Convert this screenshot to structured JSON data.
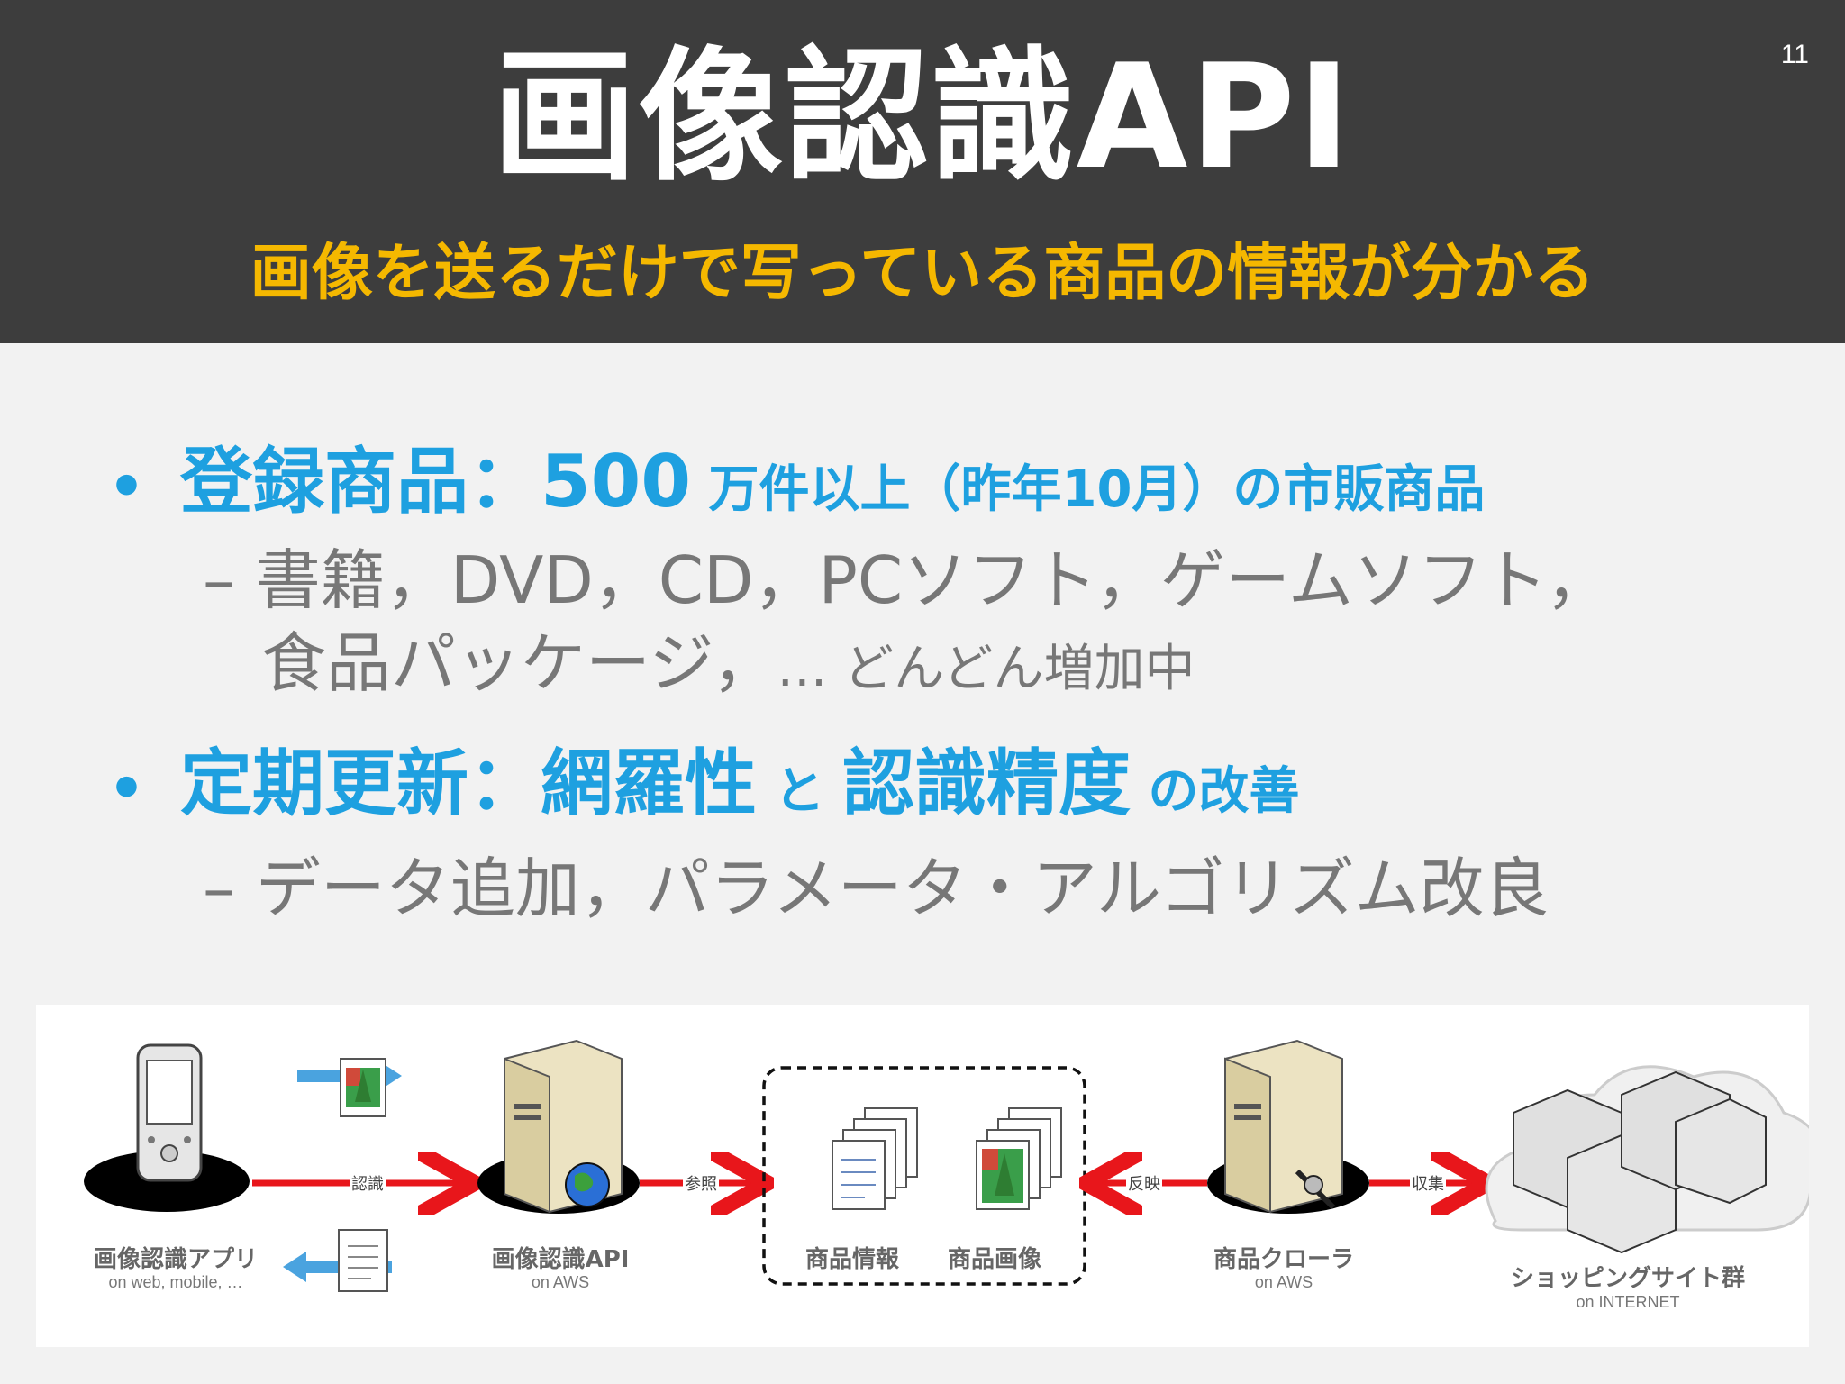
{
  "header": {
    "title": "画像認識API",
    "subtitle": "画像を送るだけで写っている商品の情報が分かる",
    "page_number": "11"
  },
  "bullets": [
    {
      "dot": "•",
      "main": "登録商品：500",
      "rest": " 万件以上（昨年10月）の市販商品",
      "sub_line1": "– 書籍，DVD，CD，PCソフト，ゲームソフト，",
      "sub_line2_a": "食品パッケージ，",
      "sub_line2_b": "… どんどん増加中"
    },
    {
      "dot": "•",
      "main": "定期更新：網羅性",
      "mid": " と ",
      "main2": "認識精度",
      "rest": " の改善",
      "sub_line1": "– データ追加，パラメータ・アルゴリズム改良"
    }
  ],
  "diagram": {
    "app_label": "画像認識アプリ",
    "app_sub": "on web, mobile, …",
    "api_label": "画像認識API",
    "api_sub": "on AWS",
    "product_info": "商品情報",
    "product_image": "商品画像",
    "crawler_label": "商品クローラ",
    "crawler_sub": "on AWS",
    "shops_label": "ショッピングサイト群",
    "shops_sub": "on INTERNET",
    "arrow_recognize": "認識",
    "arrow_reference": "参照",
    "arrow_reflect": "反映",
    "arrow_collect": "収集",
    "colors": {
      "red_arrow": "#e8161b",
      "blue_arrow": "#4aa3df"
    }
  }
}
